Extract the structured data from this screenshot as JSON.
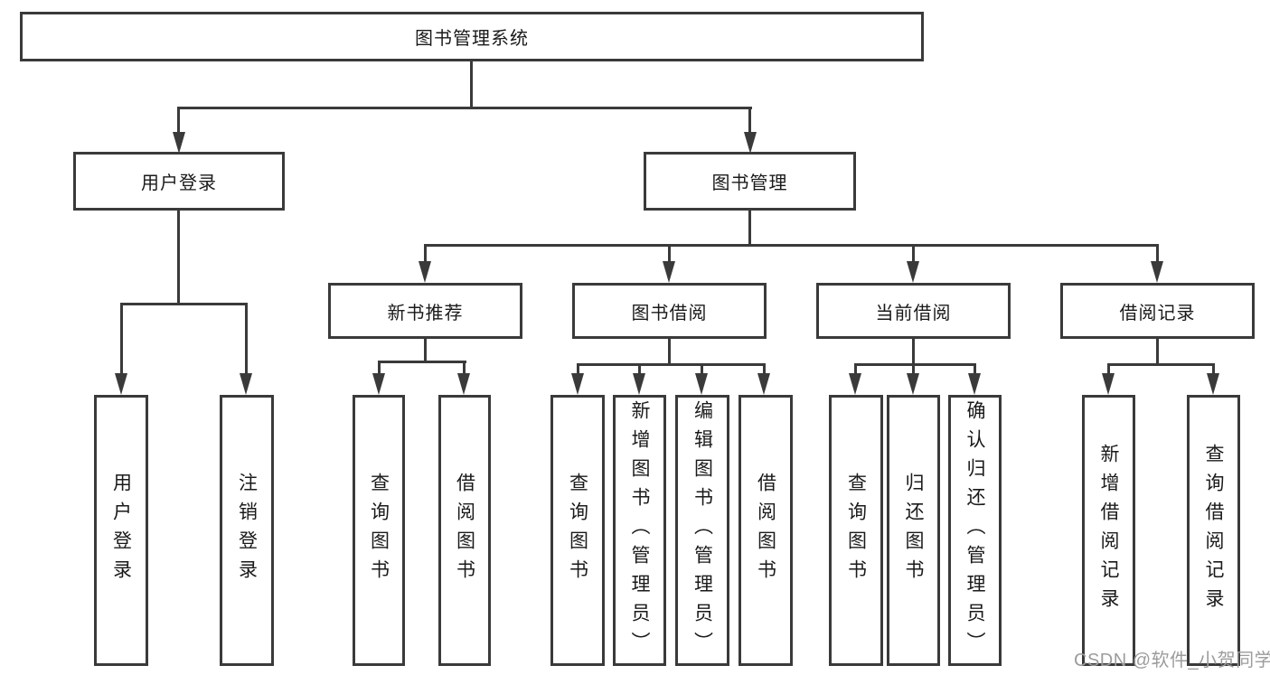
{
  "diagram": {
    "type": "hierarchy-tree",
    "colors": {
      "background": "#ffffff",
      "line": "#3a3a3a",
      "box_border": "#3a3a3a",
      "text": "#1a1a1a",
      "watermark": "#9c9c9c"
    },
    "tree": {
      "label": "图书管理系统",
      "children": [
        {
          "label": "用户登录",
          "children": [
            {
              "label": "用户登录"
            },
            {
              "label": "注销登录"
            }
          ]
        },
        {
          "label": "图书管理",
          "children": [
            {
              "label": "新书推荐",
              "children": [
                {
                  "label": "查询图书"
                },
                {
                  "label": "借阅图书"
                }
              ]
            },
            {
              "label": "图书借阅",
              "children": [
                {
                  "label": "查询图书"
                },
                {
                  "label": "新增图书（管理员）"
                },
                {
                  "label": "编辑图书（管理员）"
                },
                {
                  "label": "借阅图书"
                }
              ]
            },
            {
              "label": "当前借阅",
              "children": [
                {
                  "label": "查询图书"
                },
                {
                  "label": "归还图书"
                },
                {
                  "label": "确认归还（管理员）"
                }
              ]
            },
            {
              "label": "借阅记录",
              "children": [
                {
                  "label": "新增借阅记录"
                },
                {
                  "label": "查询借阅记录"
                }
              ]
            }
          ]
        }
      ]
    }
  },
  "watermark": {
    "text": "CSDN @软件_小贺同学"
  }
}
